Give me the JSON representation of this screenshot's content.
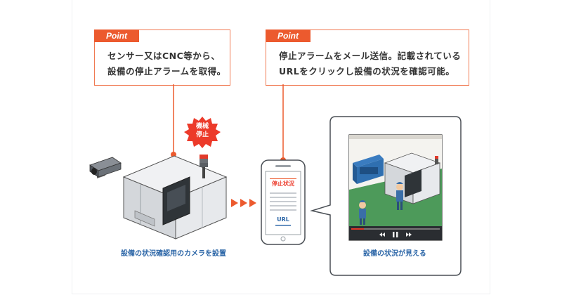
{
  "point_left": {
    "tag": "Point",
    "line1": "センサー又はCNC等から、",
    "line2": "設備の停止アラームを取得。"
  },
  "point_right": {
    "tag": "Point",
    "line1": "停止アラームをメール送信。記載されている",
    "line2": "URLをクリックし設備の状況を確認可能。"
  },
  "alarm_badge": {
    "line1": "機械",
    "line2": "停止"
  },
  "phone": {
    "title": "停止状況",
    "link": "URL"
  },
  "captions": {
    "left": "設備の状況確認用のカメラを設置",
    "right": "設備の状況が見える"
  },
  "colors": {
    "accent": "#ec5a2e",
    "caption": "#2d67a8",
    "machine_blue": "#2f6fb0"
  }
}
